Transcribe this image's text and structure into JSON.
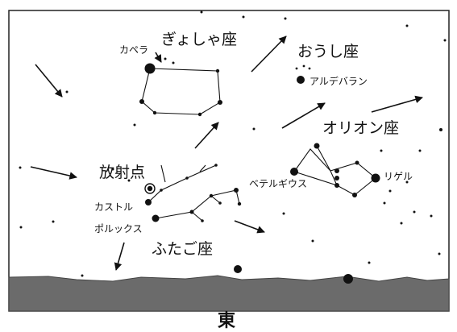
{
  "labels": {
    "auriga": "ぎょしゃ座",
    "taurus": "おうし座",
    "orion": "オリオン座",
    "gemini": "ふたご座",
    "radiant": "放射点",
    "capella": "カペラ",
    "aldebaran": "アルデバラン",
    "betelgeuse": "ベテルギウス",
    "rigel": "リゲル",
    "castor": "カストル",
    "pollux": "ポルックス",
    "direction": "東"
  },
  "colors": {
    "sky": "#ffffff",
    "ground": "#6b6b6b",
    "line": "#111111",
    "border": "#222222"
  }
}
